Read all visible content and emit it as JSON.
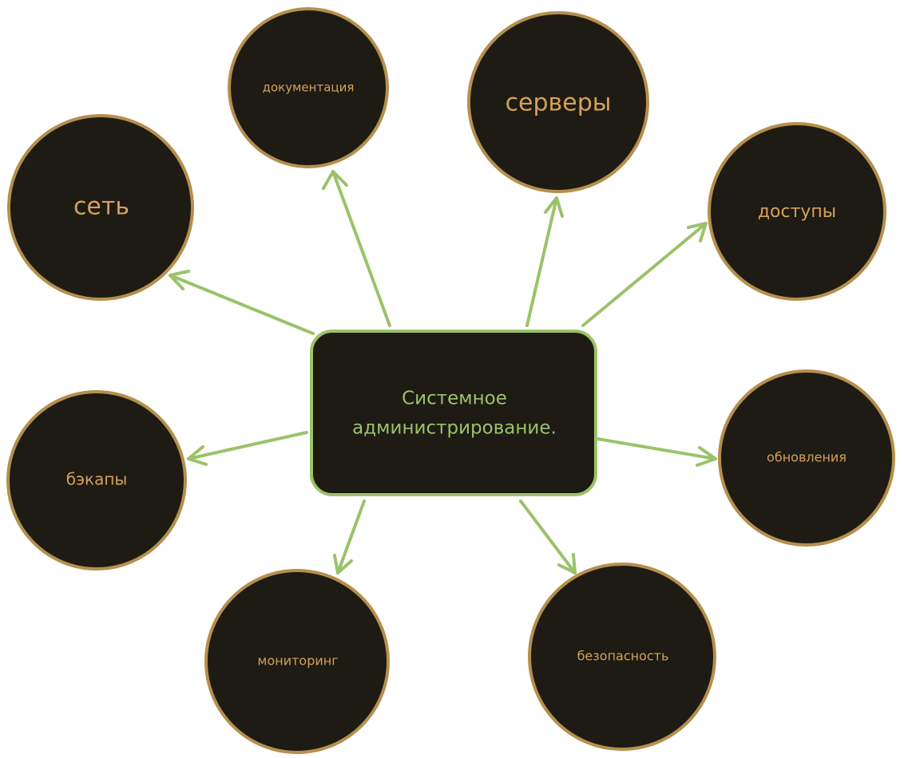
{
  "center": {
    "line1": "Системное",
    "line2": "администрирование."
  },
  "nodes": {
    "docs": "документация",
    "servers": "серверы",
    "network": "сеть",
    "access": "доступы",
    "backups": "бэкапы",
    "updates": "обновления",
    "monitoring": "мониторинг",
    "security": "безопасность"
  },
  "colors": {
    "node_fill": "#1e1a14",
    "node_stroke": "#b58f4d",
    "node_text": "#d3a25a",
    "accent_green": "#9bc26a"
  }
}
